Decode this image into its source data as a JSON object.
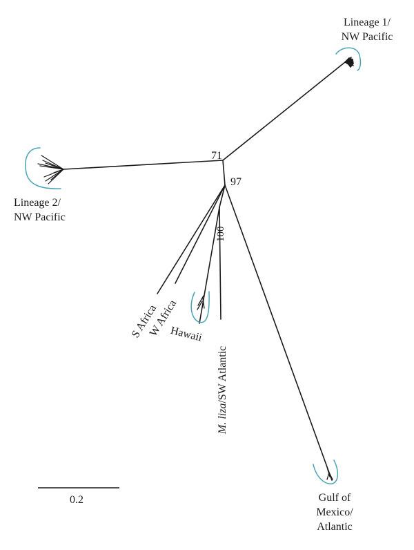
{
  "figure": {
    "type": "unrooted phylogenetic tree",
    "colors": {
      "branch": "#1a1a1a",
      "clade_highlight": "#4aa3b5",
      "background": "#ffffff"
    }
  },
  "clades": {
    "lineage1": {
      "line1": "Lineage 1/",
      "line2": "NW Pacific"
    },
    "lineage2": {
      "line1": "Lineage 2/",
      "line2": "NW Pacific"
    },
    "s_africa": {
      "label": "S Africa"
    },
    "w_africa": {
      "label": "W Africa"
    },
    "hawaii": {
      "label": "Hawaii"
    },
    "mliza": {
      "label_italic": "M. liza",
      "label_rest": "/SW Atlantic"
    },
    "gulf": {
      "line1": "Gulf of",
      "line2": "Mexico/",
      "line3": "Atlantic"
    }
  },
  "support_values": {
    "node_central": "71",
    "node_lower": "97",
    "node_hawaii_mliza": "100"
  },
  "scale_bar": {
    "label": "0.2"
  }
}
